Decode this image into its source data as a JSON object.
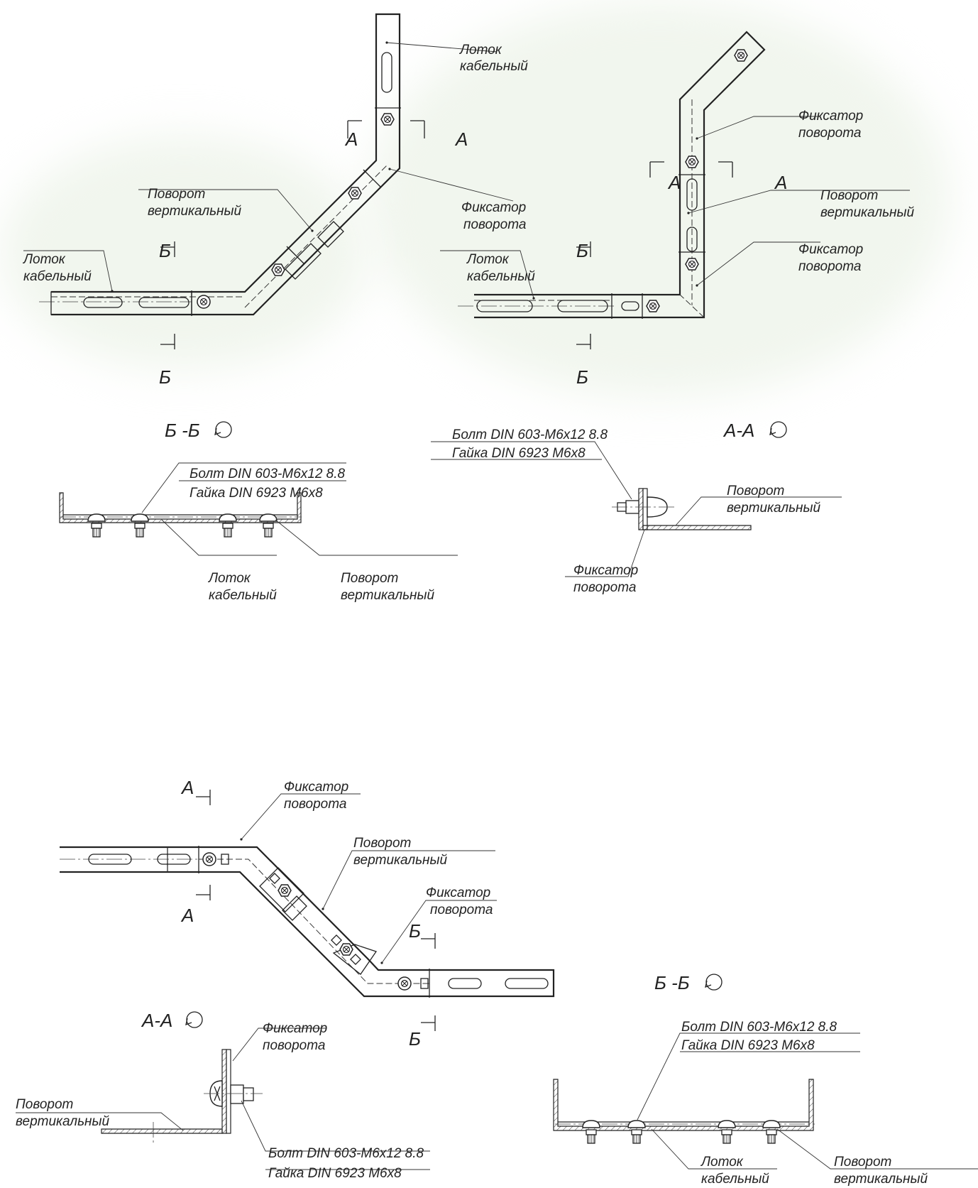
{
  "labels": {
    "tray": [
      "Лоток",
      "кабельный"
    ],
    "turn": [
      "Поворот",
      "вертикальный"
    ],
    "fixator": [
      "Фиксатор",
      "поворота"
    ],
    "bolt": "Болт DIN 603-М6х12 8.8",
    "nut": "Гайка DIN 6923 М6х8",
    "letter_a": "А",
    "letter_b": "Б",
    "section_aa": "А-А",
    "section_bb": "Б -Б"
  }
}
